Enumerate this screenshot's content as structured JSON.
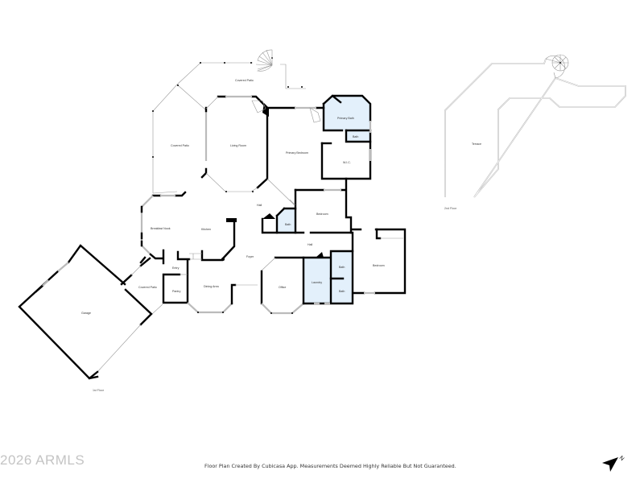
{
  "floor_plan": {
    "floors": [
      {
        "label": "1st Floor",
        "rooms": {
          "covered_patio_top": "Covered Patio",
          "covered_patio_left": "Covered Patio",
          "living_room": "Living Room",
          "primary_bedroom": "Primary Bedroom",
          "primary_bath": "Primary Bath",
          "bath_primary_wc": "Bath",
          "wic": "W.I.C.",
          "hall_upper": "Hall",
          "bath_hall": "Bath",
          "bedroom_mid": "Bedroom",
          "breakfast_nook": "Breakfast Nook",
          "kitchen": "Kitchen",
          "entry": "Entry",
          "pantry": "Pantry",
          "foyer": "Foyer",
          "hall_lower": "Hall",
          "dining_area": "Dining Area",
          "office": "Office",
          "laundry": "Laundry",
          "bath_upper_right": "Bath",
          "bath_lower_right": "Bath",
          "bedroom_right": "Bedroom",
          "covered_patio_garage": "Covered Patio",
          "garage": "Garage"
        }
      },
      {
        "label": "2nd Floor",
        "rooms": {
          "terrace": "Terrace"
        }
      }
    ],
    "colors": {
      "wall": "#000000",
      "wet_room_fill": "#e3f0fb",
      "window": "#bbbbbb",
      "watermark": "#c4c4c4"
    }
  },
  "watermark": "2026 ARMLS",
  "footer": "Floor Plan Created By Cubicasa App. Measurements Deemed Highly Reliable But Not Guaranteed.",
  "compass": {
    "icon": "north-arrow-icon",
    "label": "N"
  }
}
